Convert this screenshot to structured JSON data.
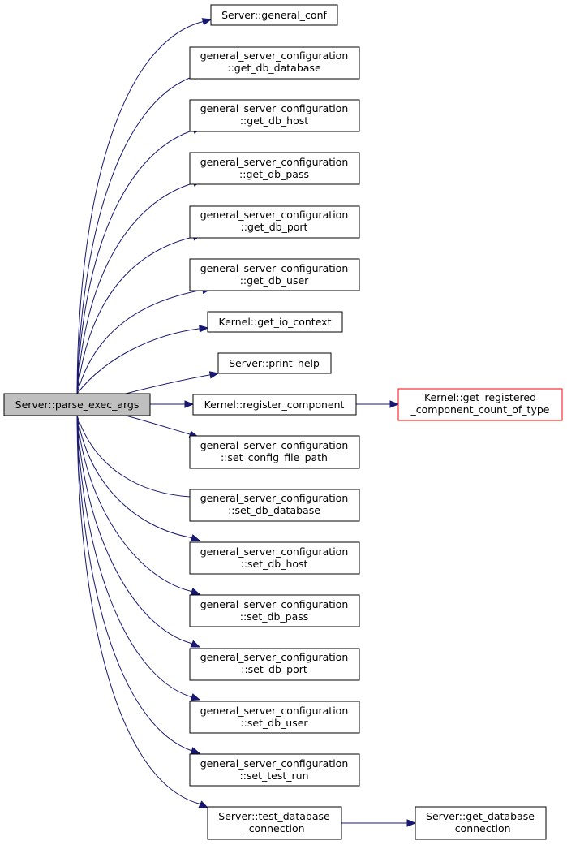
{
  "colors": {
    "edge": "#191970",
    "root_fill": "#bfbfbf",
    "node_border": "#000000",
    "external_border": "#ff0000"
  },
  "nodes": {
    "root": [
      "Server::parse_exec_args"
    ],
    "general_conf": [
      "Server::general_conf"
    ],
    "get_db_database": [
      "general_server_configuration",
      "::get_db_database"
    ],
    "get_db_host": [
      "general_server_configuration",
      "::get_db_host"
    ],
    "get_db_pass": [
      "general_server_configuration",
      "::get_db_pass"
    ],
    "get_db_port": [
      "general_server_configuration",
      "::get_db_port"
    ],
    "get_db_user": [
      "general_server_configuration",
      "::get_db_user"
    ],
    "get_io_context": [
      "Kernel::get_io_context"
    ],
    "print_help": [
      "Server::print_help"
    ],
    "register_component": [
      "Kernel::register_component"
    ],
    "get_registered_component_count_of_type": [
      "Kernel::get_registered",
      "_component_count_of_type"
    ],
    "set_config_file_path": [
      "general_server_configuration",
      "::set_config_file_path"
    ],
    "set_db_database": [
      "general_server_configuration",
      "::set_db_database"
    ],
    "set_db_host": [
      "general_server_configuration",
      "::set_db_host"
    ],
    "set_db_pass": [
      "general_server_configuration",
      "::set_db_pass"
    ],
    "set_db_port": [
      "general_server_configuration",
      "::set_db_port"
    ],
    "set_db_user": [
      "general_server_configuration",
      "::set_db_user"
    ],
    "set_test_run": [
      "general_server_configuration",
      "::set_test_run"
    ],
    "test_database_connection": [
      "Server::test_database",
      "_connection"
    ],
    "get_database_connection": [
      "Server::get_database",
      "_connection"
    ]
  },
  "edges": [
    [
      "root",
      "general_conf"
    ],
    [
      "root",
      "get_db_database"
    ],
    [
      "root",
      "get_db_host"
    ],
    [
      "root",
      "get_db_pass"
    ],
    [
      "root",
      "get_db_port"
    ],
    [
      "root",
      "get_db_user"
    ],
    [
      "root",
      "get_io_context"
    ],
    [
      "root",
      "print_help"
    ],
    [
      "root",
      "register_component"
    ],
    [
      "register_component",
      "get_registered_component_count_of_type"
    ],
    [
      "root",
      "set_config_file_path"
    ],
    [
      "root",
      "set_db_database"
    ],
    [
      "root",
      "set_db_host"
    ],
    [
      "root",
      "set_db_pass"
    ],
    [
      "root",
      "set_db_port"
    ],
    [
      "root",
      "set_db_user"
    ],
    [
      "root",
      "set_test_run"
    ],
    [
      "root",
      "test_database_connection"
    ],
    [
      "test_database_connection",
      "get_database_connection"
    ]
  ]
}
